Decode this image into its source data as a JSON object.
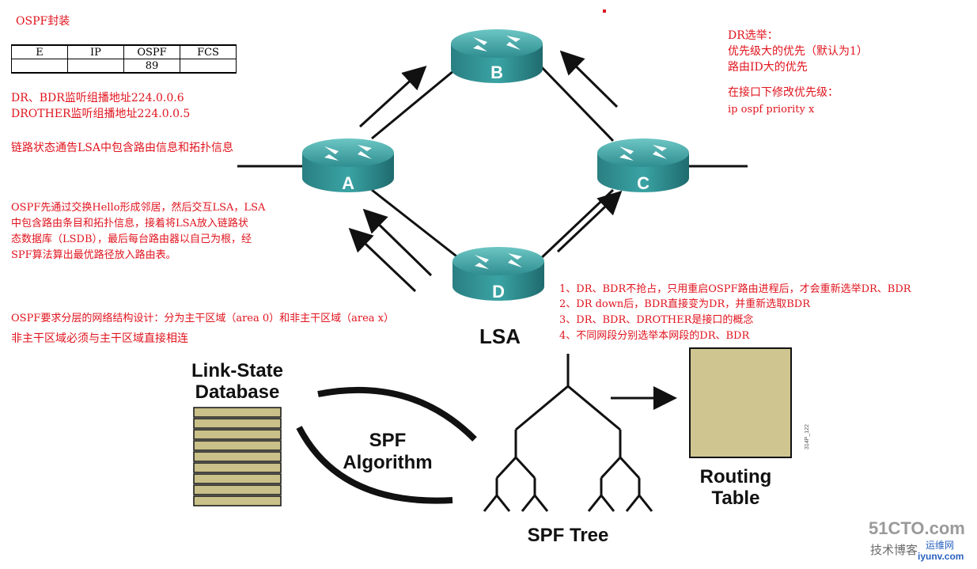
{
  "encap": {
    "title": "OSPF封装",
    "headers": [
      "E",
      "IP",
      "OSPF",
      "FCS"
    ],
    "values": [
      "",
      "",
      "89",
      ""
    ]
  },
  "left_notes": {
    "multicast_dr": "DR、BDR监听组播地址224.0.0.6",
    "multicast_drother": "DROTHER监听组播地址224.0.0.5",
    "lsa_info": "链路状态通告LSA中包含路由信息和拓扑信息",
    "process_lines": [
      "OSPF先通过交换Hello形成邻居，然后交互LSA，LSA",
      "中包含路由条目和拓扑信息，接着将LSA放入链路状",
      "态数据库（LSDB），最后每台路由器以自己为根，经",
      "SPF算法算出最优路径放入路由表。"
    ],
    "area_line1": "OSPF要求分层的网络结构设计：分为主干区域（area 0）和非主干区域（area x）",
    "area_line2": "非主干区域必须与主干区域直接相连"
  },
  "right_notes": {
    "election_title": "DR选举：",
    "election_1": "优先级大的优先（默认为1）",
    "election_2": "路由ID大的优先",
    "modify_title": "在接口下修改优先级：",
    "modify_cmd": "ip ospf priority x"
  },
  "dr_notes": [
    "1、DR、BDR不抢占，只用重启OSPF路由进程后，才会重新选举DR、BDR",
    "2、DR down后，BDR直接变为DR，并重新选取BDR",
    "3、DR、BDR、DROTHER是接口的概念",
    "4、不同网段分别选举本网段的DR、BDR"
  ],
  "diagram": {
    "routers": [
      "A",
      "B",
      "C",
      "D"
    ],
    "lsa_label": "LSA",
    "lsdb_label_1": "Link-State",
    "lsdb_label_2": "Database",
    "spf_label_1": "SPF",
    "spf_label_2": "Algorithm",
    "spf_tree_label": "SPF Tree",
    "routing_label_1": "Routing",
    "routing_label_2": "Table",
    "fig_code": "314P_122"
  },
  "watermark": {
    "line1": "51CTO.com",
    "line2": "技术博客",
    "line3": "运维网",
    "line4": "iyunv.com"
  },
  "colors": {
    "note_red": "#e0141e",
    "router_teal": "#3a9ea0",
    "lsdb_fill": "#c9c08a",
    "routing_fill": "#cfc590"
  }
}
